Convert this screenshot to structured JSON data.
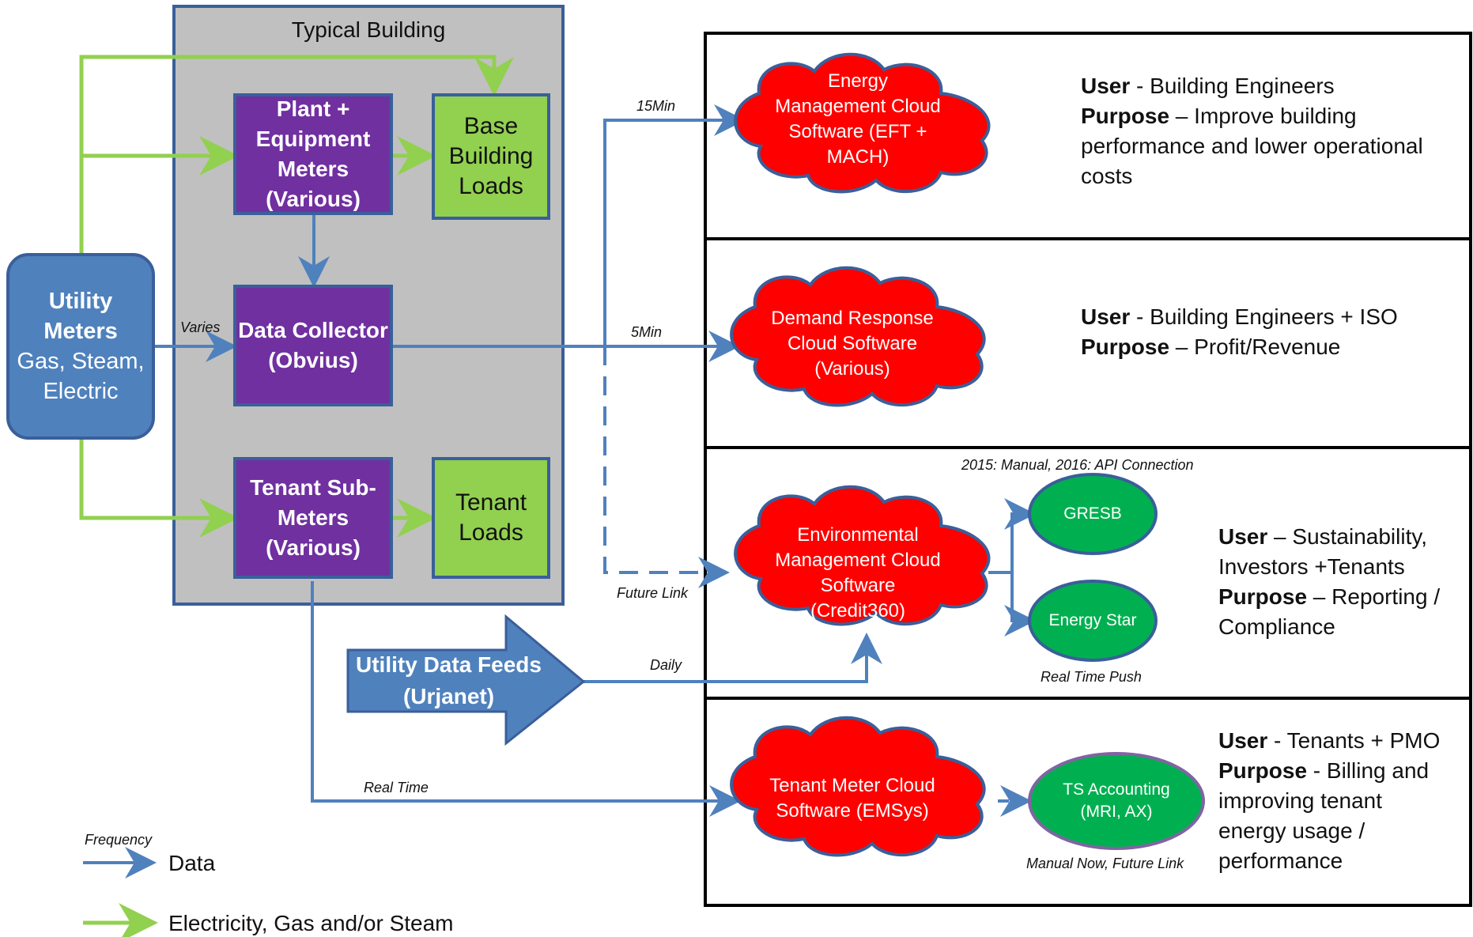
{
  "building": {
    "title": "Typical Building"
  },
  "nodes": {
    "plant_meters": "Plant + Equipment Meters (Various)",
    "base_loads": "Base Building Loads",
    "data_collector": "Data Collector (Obvius)",
    "tenant_submeters": "Tenant Sub-Meters (Various)",
    "tenant_loads": "Tenant Loads",
    "utility_meters_title": "Utility Meters",
    "utility_meters_sub": "Gas, Steam, Electric",
    "utility_feeds": "Utility Data Feeds (Urjanet)"
  },
  "clouds": {
    "energy_mgmt": "Energy Management Cloud Software (EFT + MACH)",
    "demand_response": "Demand Response Cloud Software (Various)",
    "environmental": "Environmental Management Cloud Software (Credit360)",
    "tenant_meter": "Tenant Meter Cloud Software (EMSys)"
  },
  "bubbles": {
    "gresb": "GRESB",
    "energy_star": "Energy Star",
    "ts_accounting": "TS Accounting (MRI, AX)"
  },
  "labels": {
    "fifteen_min": "15Min",
    "five_min": "5Min",
    "varies": "Varies",
    "future_link": "Future Link",
    "daily": "Daily",
    "real_time": "Real Time",
    "api_note": "2015: Manual, 2016: API Connection",
    "real_time_push": "Real Time Push",
    "manual_now": "Manual Now, Future Link"
  },
  "panels": {
    "p1": {
      "user_label": "User",
      "user_value": " - Building Engineers",
      "purpose_label": "Purpose",
      "purpose_value": " – Improve building performance and lower operational costs"
    },
    "p2": {
      "user_label": "User",
      "user_value": " - Building Engineers + ISO",
      "purpose_label": "Purpose",
      "purpose_value": " – Profit/Revenue"
    },
    "p3": {
      "user_label": "User",
      "user_value": " – Sustainability, Investors +Tenants",
      "purpose_label": "Purpose",
      "purpose_value": " – Reporting / Compliance"
    },
    "p4": {
      "user_label": "User",
      "user_value": " - Tenants + PMO",
      "purpose_label": "Purpose",
      "purpose_value": " - Billing and improving tenant energy usage / performance"
    }
  },
  "legend": {
    "title": "Frequency",
    "data_label": "Data",
    "energy_label": "Electricity, Gas and/or Steam"
  },
  "colors": {
    "data_arrow": "#4f81bd",
    "energy_arrow": "#92d050",
    "cloud": "#ff0000",
    "bubble": "#00b050",
    "meter_box": "#7030a0",
    "load_box": "#92d050"
  }
}
